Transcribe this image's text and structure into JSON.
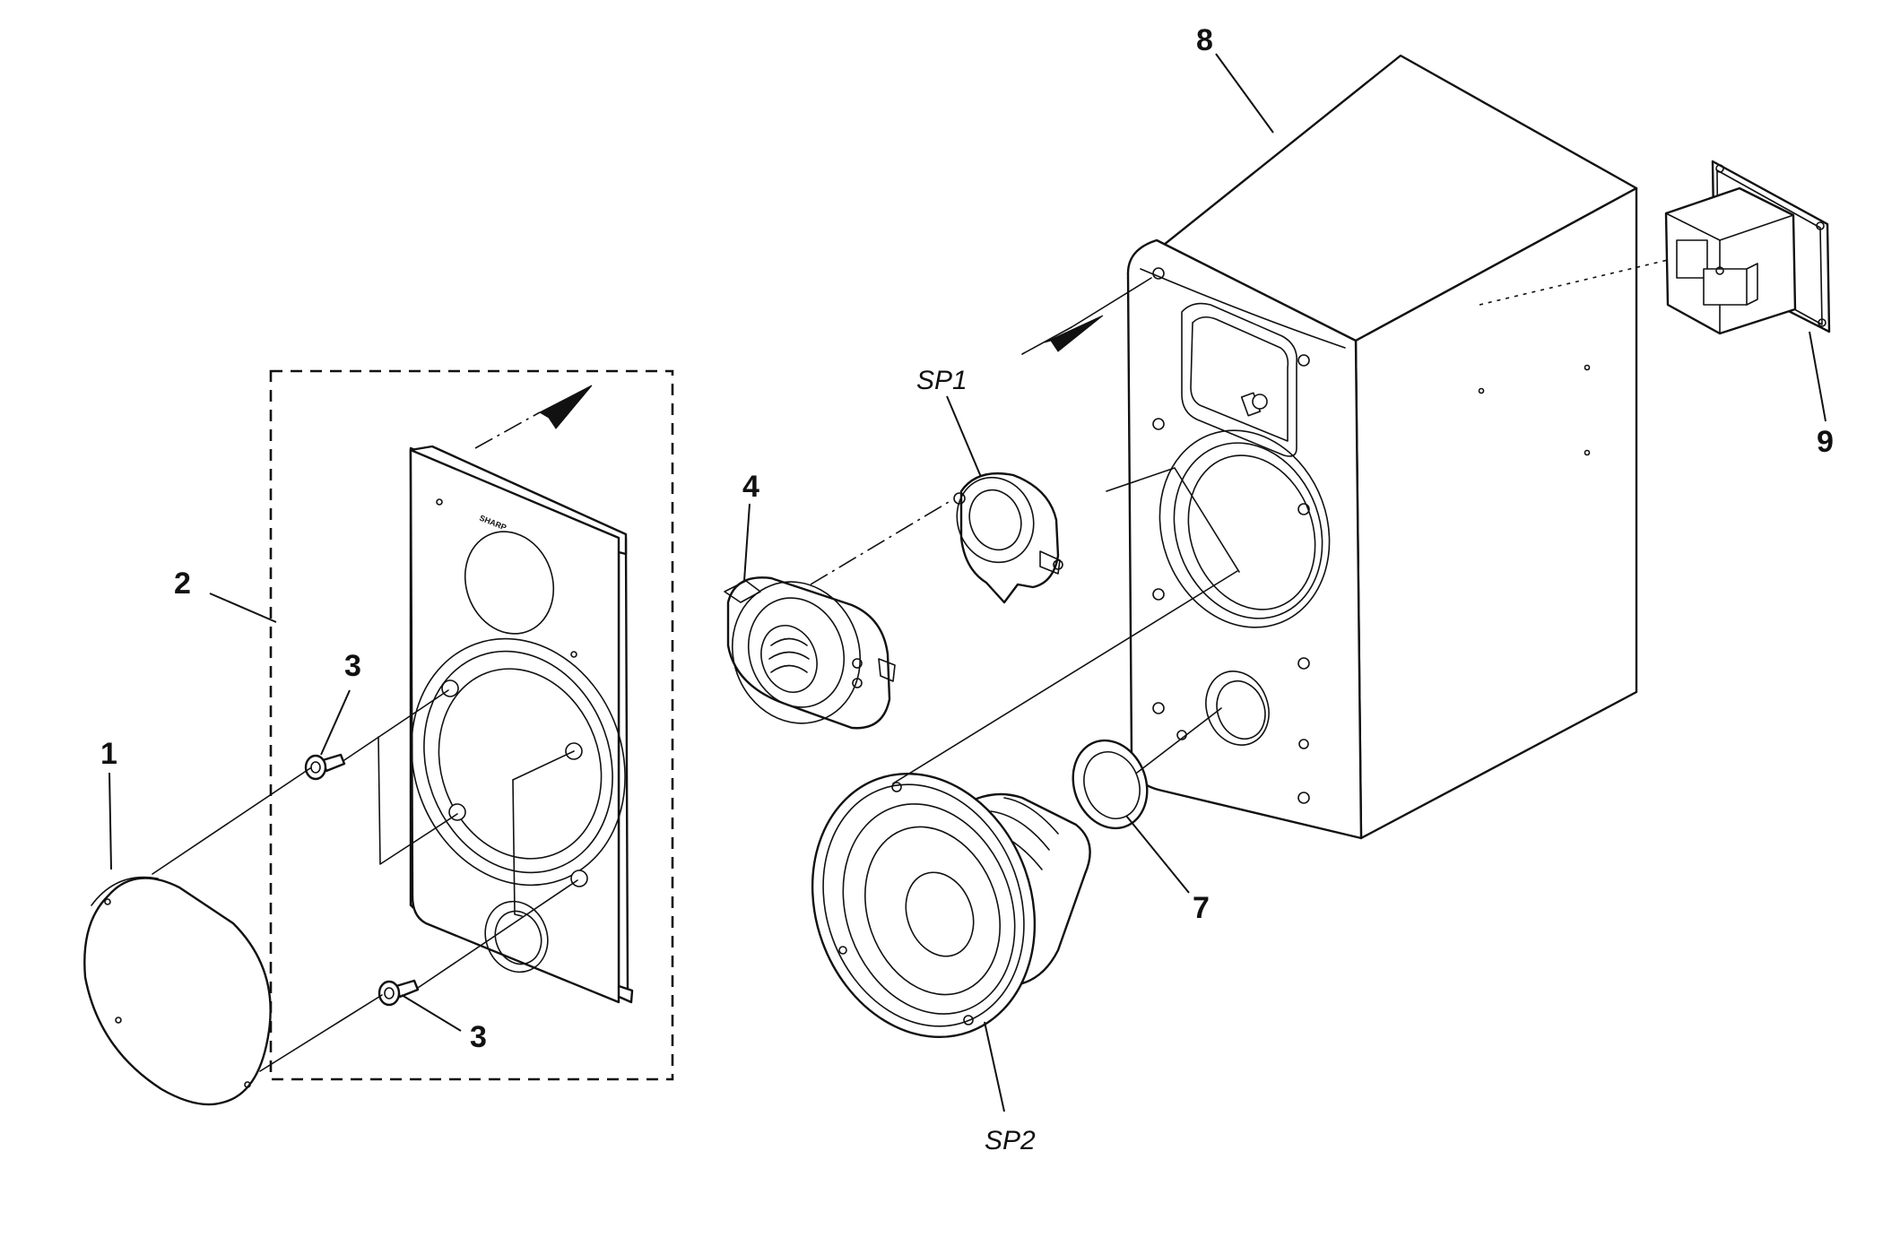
{
  "callouts": {
    "grille": "1",
    "front_baffle_assembly": "2",
    "screw_upper": "3",
    "screw_lower": "3",
    "tweeter_holder": "4",
    "port_ring": "7",
    "cabinet": "8",
    "terminal_board": "9",
    "tweeter": "SP1",
    "woofer": "SP2"
  },
  "logo_text": "SHARP",
  "icons": {
    "assembly_arrow": "arrow-head-icon"
  }
}
